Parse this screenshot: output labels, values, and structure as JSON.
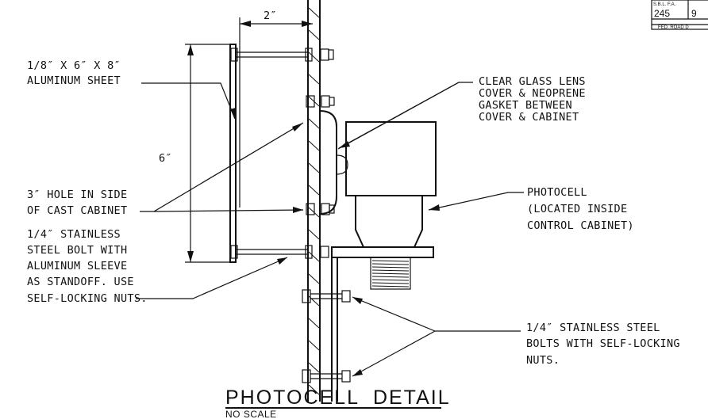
{
  "title": "PHOTOCELL  DETAIL",
  "subtitle": "NO SCALE",
  "dimensions": {
    "width": "2″",
    "height": "6″"
  },
  "callouts": {
    "aluminum_sheet": [
      "1/8″ X 6″ X 8″",
      "ALUMINUM SHEET"
    ],
    "lens_cover": [
      "CLEAR GLASS LENS",
      "COVER & NEOPRENE",
      "GASKET BETWEEN",
      "COVER & CABINET"
    ],
    "cabinet_hole": [
      "3″ HOLE IN SIDE",
      "OF CAST CABINET"
    ],
    "standoff_bolt": [
      "1/4″ STAINLESS",
      "STEEL BOLT WITH",
      "ALUMINUM SLEEVE",
      "AS STANDOFF. USE",
      "SELF-LOCKING NUTS."
    ],
    "photocell": [
      "PHOTOCELL",
      "(LOCATED INSIDE",
      "CONTROL CABINET)"
    ],
    "bolts": [
      "1/4″ STAINLESS STEEL",
      "BOLTS WITH SELF-LOCKING",
      "NUTS."
    ]
  },
  "title_block": {
    "state_label": "S.B.L. F.A.",
    "number": "245",
    "fragment": "9",
    "road_label": "FED. ROAD D"
  }
}
